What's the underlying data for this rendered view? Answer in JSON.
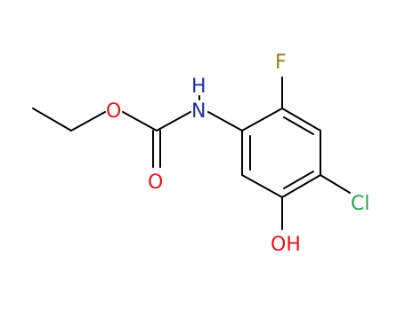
{
  "molecule": {
    "atoms": {
      "fluorine": {
        "label": "F",
        "color": "#9a7b16"
      },
      "amine_h": {
        "label": "H",
        "color": "#1f2fa3"
      },
      "amine_n": {
        "label": "N",
        "color": "#1f2fa3"
      },
      "ester_o": {
        "label": "O",
        "color": "#e5141b"
      },
      "carbonyl_o": {
        "label": "O",
        "color": "#e5141b"
      },
      "chlorine": {
        "label": "Cl",
        "color": "#2aa24a"
      },
      "hydroxyl": {
        "label": "OH",
        "color": "#e5141b"
      }
    },
    "bond_color": "#000000"
  }
}
